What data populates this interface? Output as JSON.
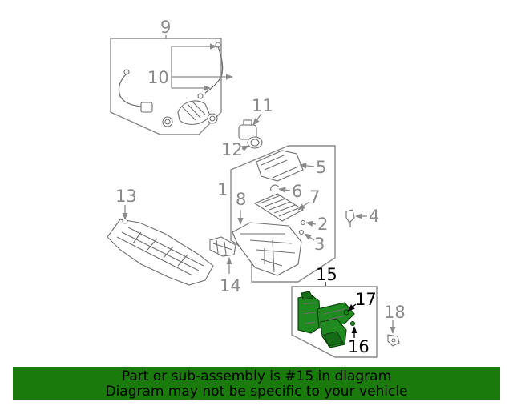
{
  "callouts": {
    "c1": "1",
    "c2": "2",
    "c3": "3",
    "c4": "4",
    "c5": "5",
    "c6": "6",
    "c7": "7",
    "c8": "8",
    "c9": "9",
    "c10": "10",
    "c11": "11",
    "c12": "12",
    "c13": "13",
    "c14": "14",
    "c15": "15",
    "c16": "16",
    "c17": "17",
    "c18": "18"
  },
  "highlight": {
    "part_number": "15",
    "color": "#1a7a0c"
  },
  "banner": {
    "line1": "Part or sub-assembly is #15 in diagram",
    "line2": "Diagram may not be specific to your vehicle"
  }
}
